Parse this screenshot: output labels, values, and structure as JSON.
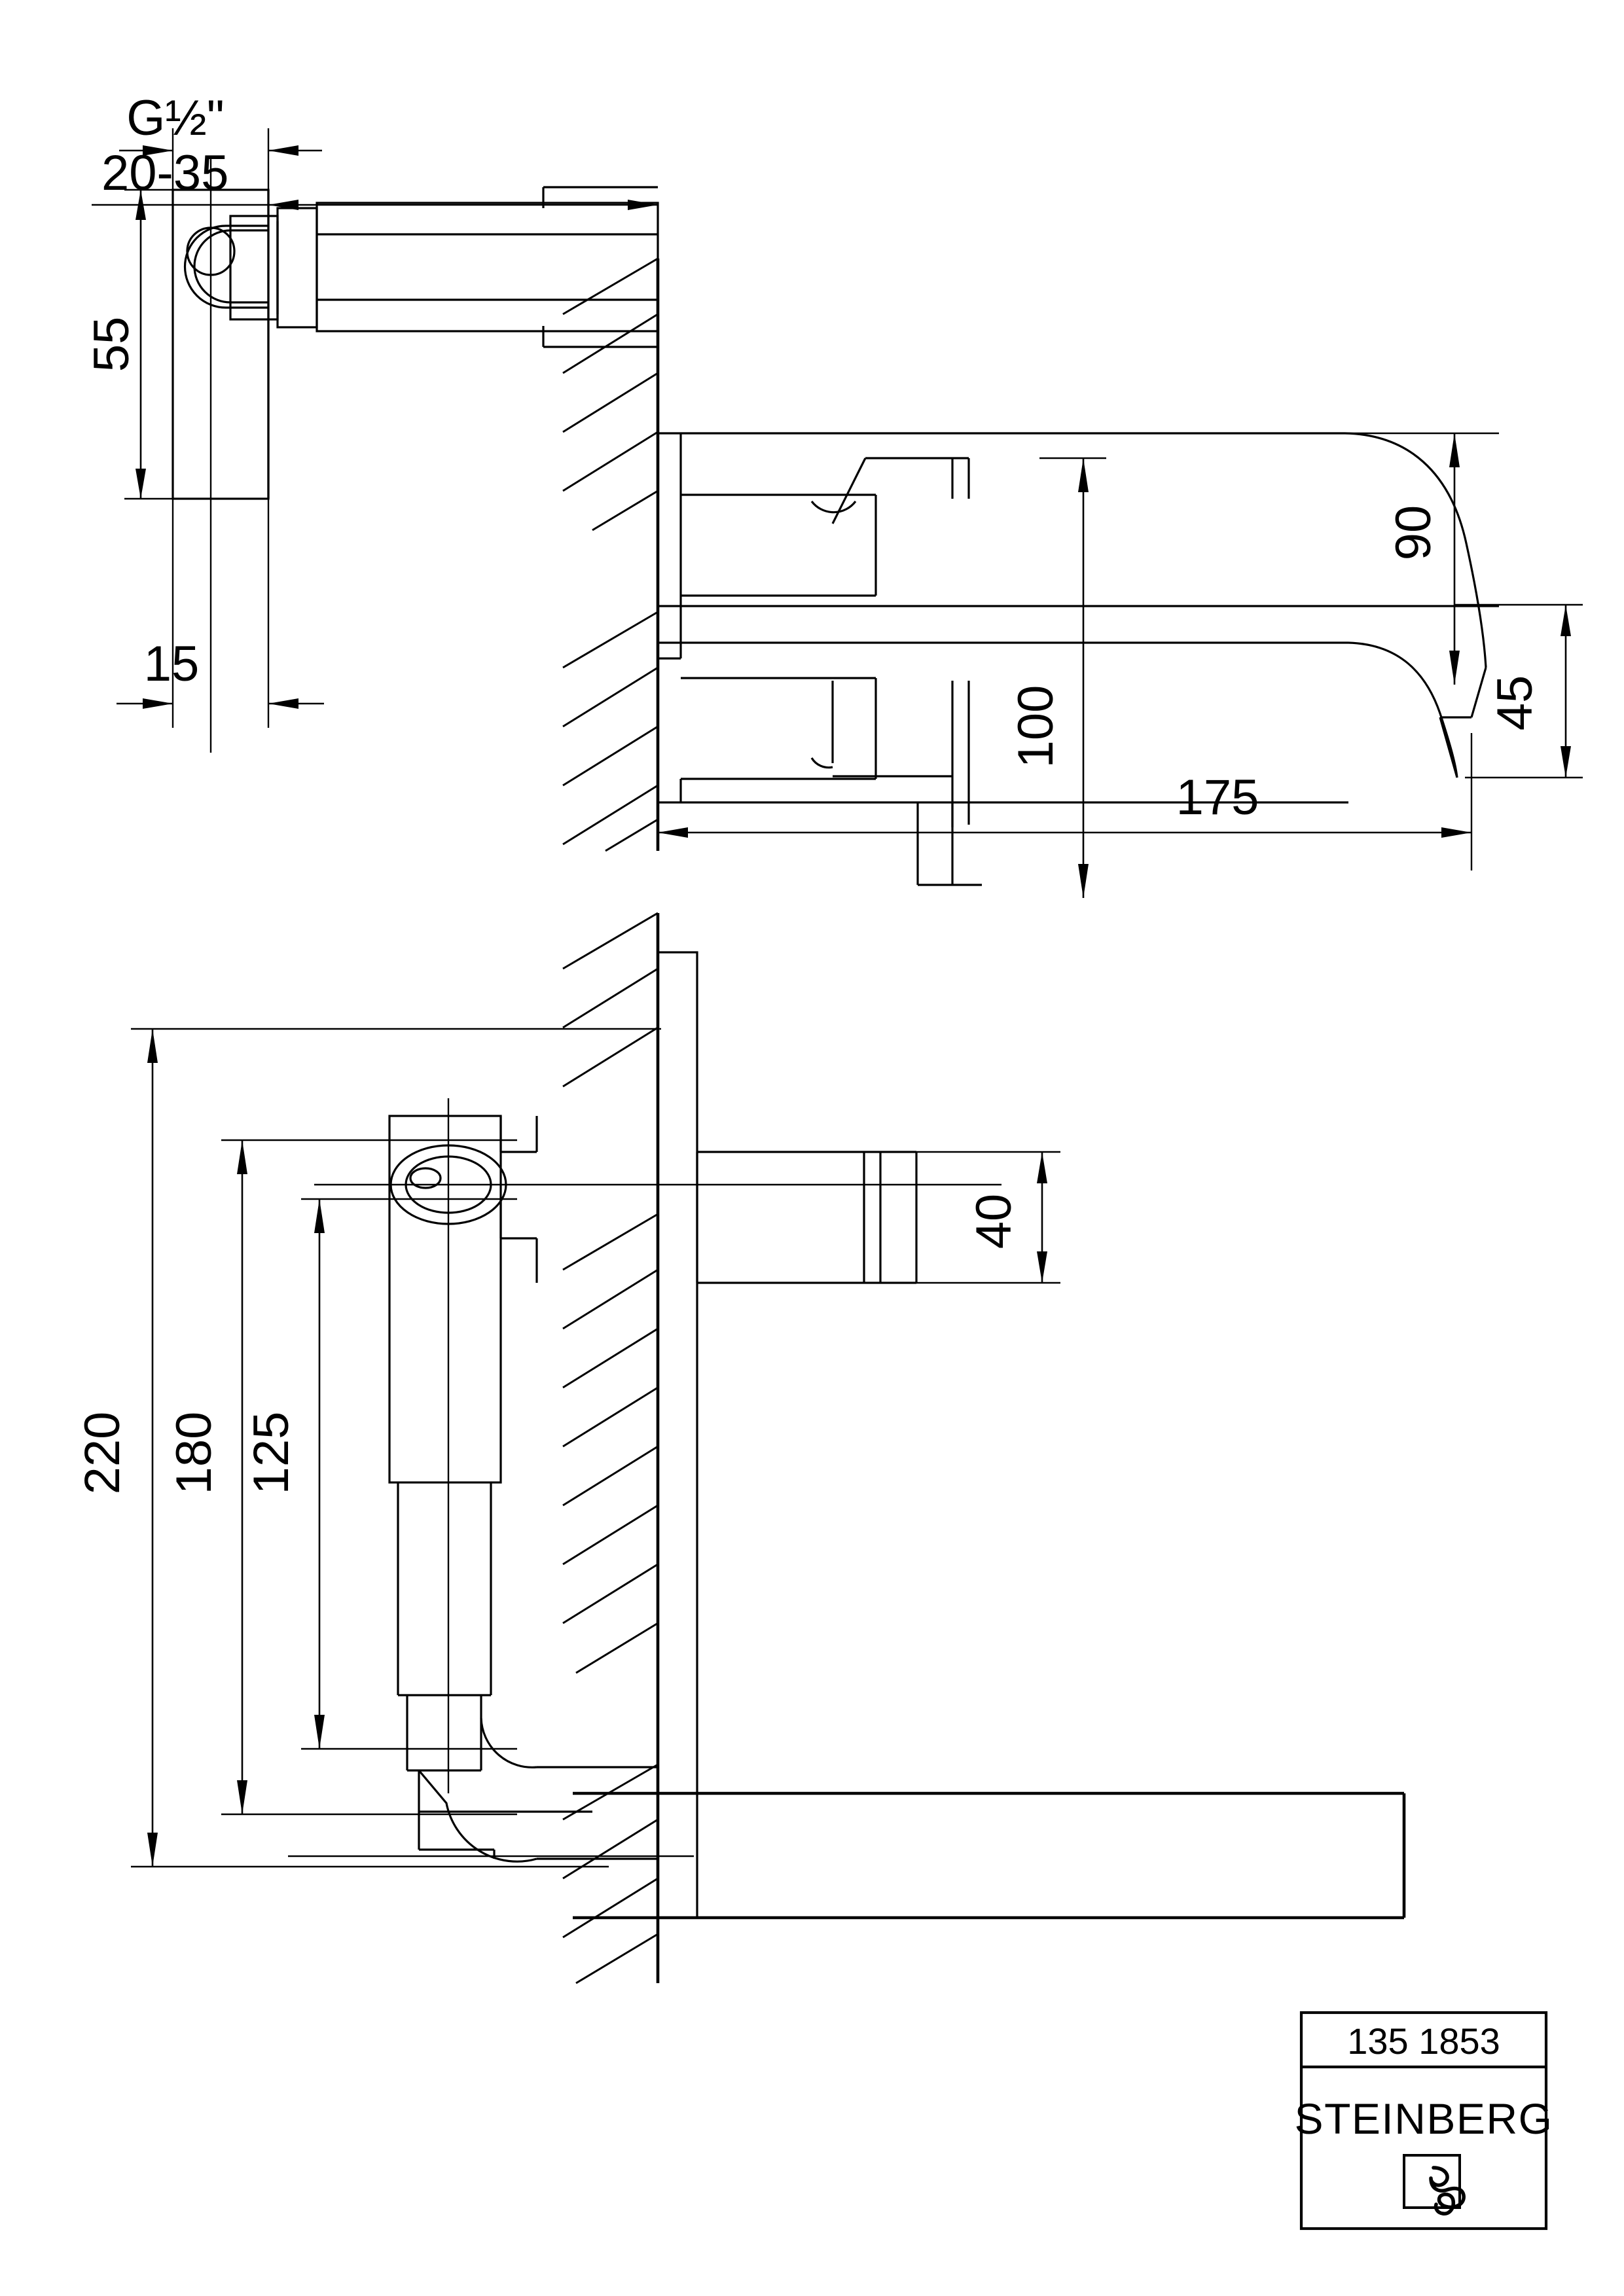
{
  "drawing": {
    "kind": "technical-drawing",
    "subject": "wall-mounted basin mixer, two-hole concealed body, section views",
    "views": [
      {
        "id": "top-view",
        "name": "side-section-elevation"
      },
      {
        "id": "bottom-view",
        "name": "front-section-elevation"
      }
    ],
    "dimensions": {
      "thread_spec": "G½\"",
      "wall_depth_range": "20-35",
      "escutcheon_height": "55",
      "escutcheon_depth": "15",
      "spout_height": "90",
      "outlet_height": "45",
      "lever_projection": "100",
      "spout_projection": "175",
      "spout_width": "40",
      "overall_height": "220",
      "mid_height": "180",
      "lower_height": "125"
    }
  },
  "title_block": {
    "article_number": "135 1853",
    "brand": "STEINBERG",
    "logo_name": "steinberg-swirl-logo"
  },
  "colors": {
    "line": "#000000",
    "background": "#ffffff"
  }
}
